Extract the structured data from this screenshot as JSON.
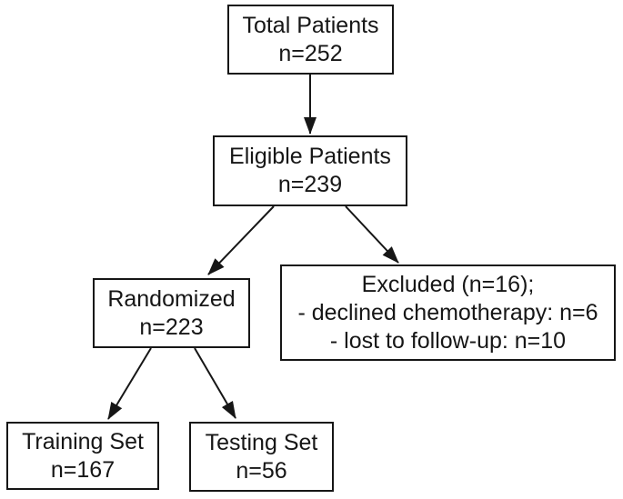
{
  "colors": {
    "ink": "#161616",
    "background": "#ffffff"
  },
  "nodes": {
    "total": {
      "line1": "Total Patients",
      "line2": "n=252"
    },
    "eligible": {
      "line1": "Eligible Patients",
      "line2": "n=239"
    },
    "randomized": {
      "line1": "Randomized",
      "line2": "n=223"
    },
    "excluded": {
      "line1": "Excluded (n=16);",
      "line2": "- declined chemotherapy: n=6",
      "line3": "- lost to follow-up: n=10"
    },
    "training": {
      "line1": "Training Set",
      "line2": "n=167"
    },
    "testing": {
      "line1": "Testing Set",
      "line2": "n=56"
    }
  },
  "edges": [
    {
      "from": "Total Patients",
      "to": "Eligible Patients"
    },
    {
      "from": "Eligible Patients",
      "to": "Randomized"
    },
    {
      "from": "Eligible Patients",
      "to": "Excluded"
    },
    {
      "from": "Randomized",
      "to": "Training Set"
    },
    {
      "from": "Randomized",
      "to": "Testing Set"
    }
  ]
}
